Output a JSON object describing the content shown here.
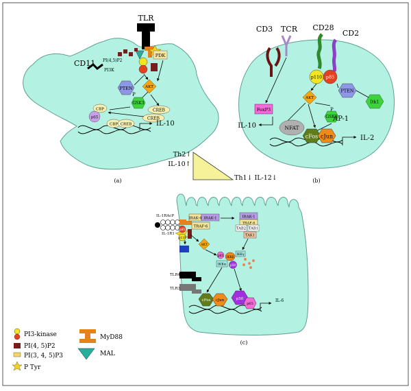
{
  "panel_a": {
    "caption": "(a)",
    "labels": {
      "tlr": "TLR",
      "cd11": "CD11",
      "pip2": "PI(4,5)P2",
      "pi3k": "PI3K",
      "pdk": "PDK",
      "pten": "PTEN",
      "akt": "AKT",
      "p": "P",
      "gsk": "GSK3",
      "creb1": "CREB",
      "creb2": "CREB",
      "creb3": "CREB",
      "cbp1": "CBP",
      "cbp2": "CBP",
      "p65": "p65",
      "il10": "IL-10"
    }
  },
  "panel_b": {
    "caption": "(b)",
    "labels": {
      "cd3": "CD3",
      "tcr": "TCR",
      "cd28": "CD28",
      "cd2": "CD2",
      "p110": "p110",
      "p85": "p85",
      "pten": "PTEN",
      "akt": "AKT",
      "p": "P",
      "gsk": "GSK3",
      "itk": "Itk1",
      "foxp3": "FoxP3",
      "il10": "IL-10",
      "nfat": "NFAT",
      "ap1": "AP-1",
      "cfos": "cFos",
      "cjun": "cJun",
      "il2": "IL-2"
    }
  },
  "triangle": {
    "left_top": "Th2↑",
    "left_bottom": "IL-10↑",
    "right": "Th1↓ IL-12↓"
  },
  "panel_c": {
    "caption": "(c)",
    "labels": {
      "il1racp": "IL-1RAcP",
      "il1r1": "IL-1R1",
      "irak4": "IRAK-4",
      "irak1": "IRAK-1",
      "traf6": "TRAF-6",
      "irak1b": "IRAK-1",
      "traf6b": "TRAF-6",
      "tab2": "TAB2",
      "tab1": "TAB1",
      "tak1": "TAK1",
      "p85": "p85",
      "p110": "p110",
      "akt": "AKT",
      "p65": "p65",
      "ikkb": "IKKβ",
      "ikkg": "IKKγ",
      "ikka": "IKKα",
      "p50": "p50",
      "tlr4": "TLR4",
      "tlr3": "TLR3",
      "cfos": "cFos",
      "cjun": "cJun",
      "p50b": "p50",
      "p65b": "p65",
      "il6": "IL-6"
    }
  },
  "legend": {
    "pi3k": "PI3-kinase",
    "pip2": "PI(4, 5)P2",
    "pip3": "PI(3, 4, 5)P3",
    "ptyr": "P Tyr",
    "myd88": "MyD88",
    "mal": "MAL"
  },
  "colors": {
    "cell": "#B3F2E2",
    "cell_stroke": "#5E9F92",
    "akt": "#F3A512",
    "gsk": "#3FD23F",
    "pten": "#8E96E6",
    "p110": "#F2E622",
    "p85": "#E4421F",
    "foxp3": "#F36BD8",
    "nfat": "#B0B0B0",
    "cfos": "#5F7D1A",
    "cjun": "#F08A18",
    "irak": "#B79BE8",
    "traf": "#F3E49A",
    "tak1": "#F4C3A2",
    "tab": "#FFFFFF",
    "blue": "#1F3FC0",
    "purple": "#A22FE0",
    "triangle": "#F6F29A",
    "mal": "#2AAE9C",
    "myd88": "#E6821C"
  }
}
